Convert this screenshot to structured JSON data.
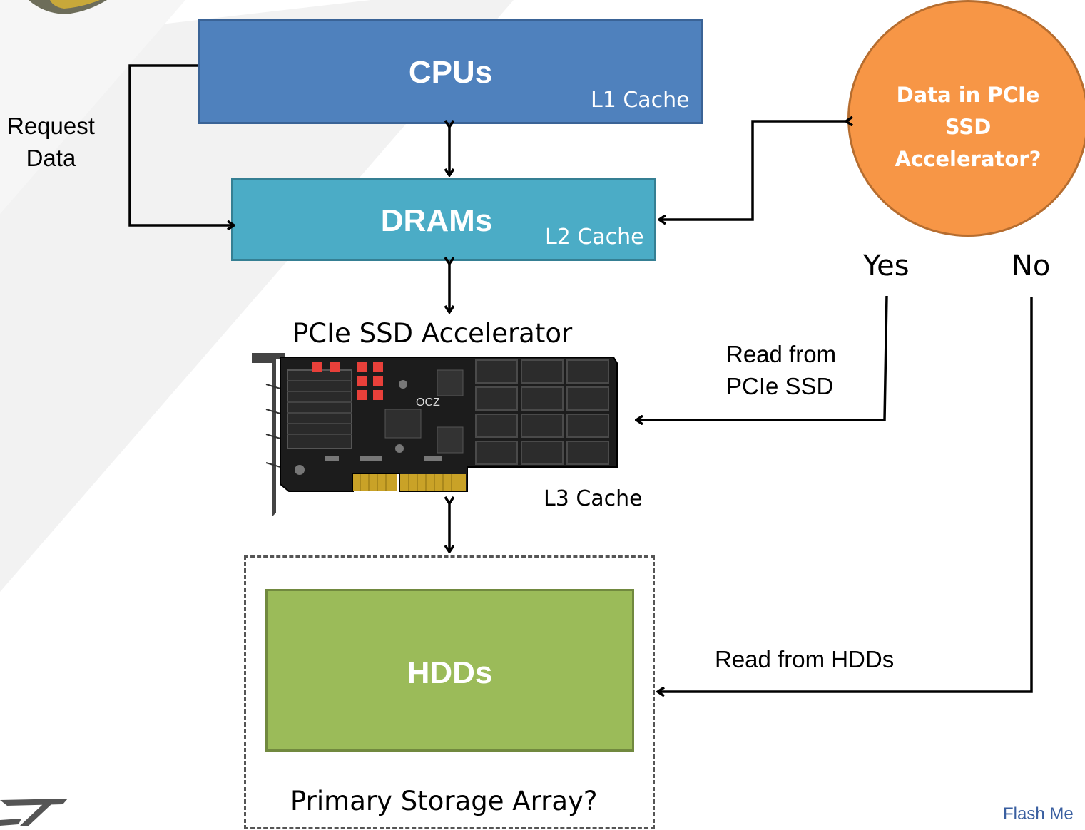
{
  "cpu": {
    "title": "CPUs",
    "cache": "L1 Cache"
  },
  "dram": {
    "title": "DRAMs",
    "cache": "L2 Cache"
  },
  "ssd": {
    "title": "PCIe SSD Accelerator",
    "cache": "L3 Cache",
    "card_brand": "OCZ"
  },
  "hdd": {
    "title": "HDDs",
    "array_label": "Primary Storage Array?"
  },
  "decision": {
    "line1": "Data in PCIe",
    "line2": "SSD",
    "line3": "Accelerator?",
    "yes": "Yes",
    "no": "No"
  },
  "request": {
    "line1": "Request",
    "line2": "Data"
  },
  "read_ssd": {
    "line1": "Read from",
    "line2": "PCIe SSD"
  },
  "read_hdd": {
    "label": "Read from HDDs"
  },
  "footer": {
    "text": "Flash Me"
  },
  "colors": {
    "cpu": "#4f81bd",
    "dram": "#4bacc6",
    "hdd": "#9bbb59",
    "decision": "#f79646",
    "footer": "#3a5fa0"
  }
}
